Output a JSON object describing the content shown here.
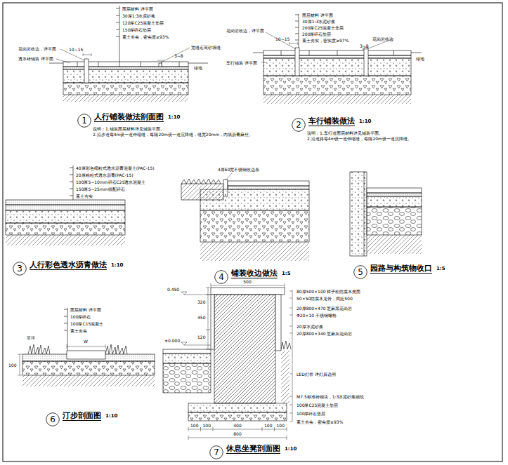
{
  "diagram": {
    "nodes": [
      {
        "text": [
          "1",
          "人行铺装做法剖面图",
          "1:10"
        ]
      },
      {
        "text": [
          "2",
          "车行铺装做法",
          "1:10"
        ]
      },
      {
        "text": [
          "3",
          "人行彩色透水沥青做法",
          "1:10"
        ]
      },
      {
        "text": [
          "4",
          "铺装收边做法",
          "1:5"
        ]
      },
      {
        "text": [
          "5",
          "园路与构筑物收口",
          "1:5"
        ]
      },
      {
        "text": [
          "6",
          "汀步剖面图",
          "1:10"
        ]
      },
      {
        "text": [
          "7",
          "休息坐凳剖面图",
          "1:10"
        ]
      }
    ],
    "labels": [
      "面层材料 详平面",
      "30厚1:3水泥砂浆",
      "120厚C25混凝土垫层",
      "150厚碎石垫层",
      "素土夯实，密实度≥93%",
      "10~15",
      "花岗岩收边，详平面",
      "透水砖铺装 详平面",
      "3~8",
      "宽缝石英砂填缝",
      "绿地",
      "说明：1.铺装面层材料详见铺装平面。",
      "2.沿步道每4m设一道伸缩缝，每隔20m设一道沉降缝，缝宽20mm，内填沥青麻丝。",
      "面层材料 详平面",
      "30厚1:3水泥砂浆",
      "200厚C25混凝土垫层",
      "200厚碎石垫层",
      "素土夯实，密实度≥97%",
      "10~15",
      "花岗岩收边，详平面",
      "车行铺装 详平面",
      "3~8",
      "花岗岩收边",
      "绿地",
      "说明：1.车行道面层材料详见铺装平面。",
      "2.沿道路每4m设一道伸缩缝，每隔20m设一道沉降缝。",
      "40厚彩色细粒式透水沥青混凝土(PAC-15)",
      "20厚粗粒式透水沥青(PAC-15)",
      "100厚5~10mm碎石C25透水混凝土",
      "150厚5~25mm级配碎石",
      "素土夯实",
      "4厚60宽不锈钢收边条",
      "面层材料 详平面",
      "100厚碎石",
      "100厚C15混凝土",
      "素土夯实",
      "草坪",
      "W",
      "100",
      "0.450",
      "±0.000",
      "500",
      "320",
      "450",
      "120",
      "80厚500×100 樟子松防腐木凳面",
      "50×50防腐木龙骨，间距500",
      "20厚800×470 芝麻黑花岗岩",
      "Φ20×10 不锈钢螺栓",
      "20厚水泥砂浆",
      "20厚800×340 芝麻灰花岗岩",
      "LED灯带 详灯具说明",
      "M7.5标准砖砌块，1:3水泥砂浆砌筑",
      "100厚C25混凝土垫层",
      "100厚碎石垫层",
      "素土夯实，密实度≥93%",
      "100",
      "100",
      "400",
      "100",
      "100",
      "800"
    ]
  }
}
